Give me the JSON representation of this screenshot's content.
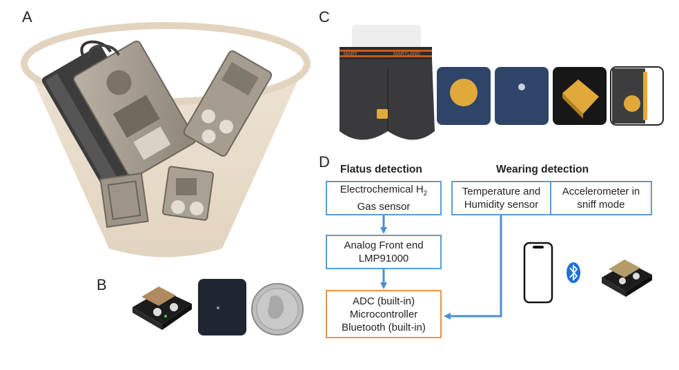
{
  "panels": {
    "a": "A",
    "b": "B",
    "c": "C",
    "d": "D"
  },
  "waistband_text": [
    "MARY",
    "MARYLAND"
  ],
  "flowchart": {
    "flatus_heading": "Flatus detection",
    "wearing_heading": "Wearing detection",
    "h2_sensor": {
      "line1_prefix": "Electrochemical H",
      "line1_sub": "2",
      "line2": "Gas sensor"
    },
    "temp_humidity": [
      "Temperature and",
      "Humidity sensor"
    ],
    "accelerometer": [
      "Accelerometer in",
      "sniff mode"
    ],
    "afe": [
      "Analog Front end",
      "LMP91000"
    ],
    "mcu": [
      "ADC (built-in)",
      "Microcontroller",
      "Bluetooth (built-in)"
    ]
  },
  "icons": {
    "phone": "smartphone-icon",
    "bluetooth": "bluetooth-icon"
  },
  "colors": {
    "box_blue": "#5b9bd5",
    "box_orange": "#e8944a",
    "arrow_blue": "#4a8fd0",
    "cone": "#e8dccb",
    "sensor_yellow": "#e0a93a",
    "fabric": "#2e4468"
  }
}
